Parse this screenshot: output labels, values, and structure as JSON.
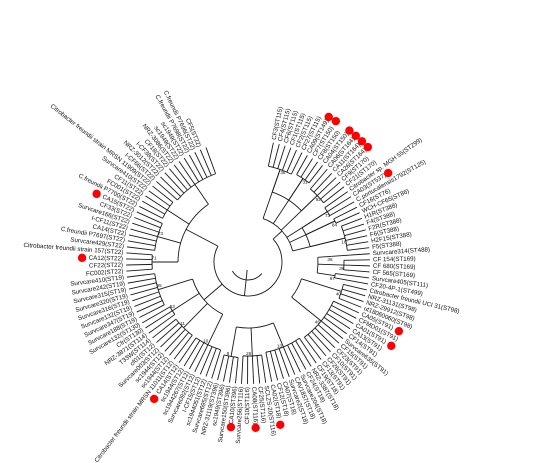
{
  "tree": {
    "type": "circular-phylogenetic-tree",
    "marker_color": "#ff0000",
    "bootstrap_values": [
      "36",
      "31",
      "92",
      "73",
      "84",
      "10",
      "36",
      "36",
      "87",
      "40",
      "46",
      "13",
      "26",
      "8",
      "10",
      "11",
      "53",
      "95",
      "71",
      "73"
    ],
    "leaves": [
      {
        "label": "CF3(ST115)",
        "marked": false
      },
      {
        "label": "CF4(ST115)",
        "marked": false
      },
      {
        "label": "CF6(ST115)",
        "marked": false
      },
      {
        "label": "CF1(ST115)",
        "marked": false
      },
      {
        "label": "CF2(ST115)",
        "marked": false
      },
      {
        "label": "CF27(ST115)",
        "marked": false
      },
      {
        "label": "CA09(ST149)",
        "marked": true
      },
      {
        "label": "CF7(ST150)",
        "marked": true
      },
      {
        "label": "CF8(ST150)",
        "marked": false
      },
      {
        "label": "CA04(ST150)",
        "marked": true
      },
      {
        "label": "CA06(ST164)",
        "marked": true
      },
      {
        "label": "CA11(ST164)",
        "marked": true
      },
      {
        "label": "CA26(ST164)",
        "marked": true
      },
      {
        "label": "CF9(ST170)",
        "marked": false
      },
      {
        "label": "CF21(ST170)",
        "marked": false
      },
      {
        "label": "Citrobacter sp. MGH 55(ST299)",
        "marked": false
      },
      {
        "label": "CA03(ST537)",
        "marked": true
      },
      {
        "label": "C.portucalensis1792(ST125)",
        "marked": false
      },
      {
        "label": "CF16(ST76)",
        "marked": false
      },
      {
        "label": "WCH-CF65(ST86)",
        "marked": false
      },
      {
        "label": "H1R(ST388)",
        "marked": false
      },
      {
        "label": "F4(ST388)",
        "marked": false
      },
      {
        "label": "F2R(ST388)",
        "marked": false
      },
      {
        "label": "F6(ST388)",
        "marked": false
      },
      {
        "label": "H2F15(ST388)",
        "marked": false
      },
      {
        "label": "F5(ST388)",
        "marked": false
      },
      {
        "label": "Survcare314(ST488)",
        "marked": false
      },
      {
        "label": "CF 154(ST169)",
        "marked": false
      },
      {
        "label": "CF 680(ST169)",
        "marked": false
      },
      {
        "label": "CF 565(ST169)",
        "marked": false
      },
      {
        "label": "Survcare405(ST111)",
        "marked": false
      },
      {
        "label": "CF20-4P-1(ST499)",
        "marked": false
      },
      {
        "label": "Citrobacter freundii UCI 31(ST98)",
        "marked": false
      },
      {
        "label": "NRZ-31131(ST98)",
        "marked": false
      },
      {
        "label": "NRZ-29912(ST98)",
        "marked": false
      },
      {
        "label": "ut18060060(ST98)",
        "marked": false
      },
      {
        "label": "CA05(ST91)",
        "marked": true
      },
      {
        "label": "CFMD01(ST91)",
        "marked": false
      },
      {
        "label": "CA01(ST91)",
        "marked": true
      },
      {
        "label": "CA13(ST91)",
        "marked": false
      },
      {
        "label": "CF14(ST91)",
        "marked": false
      },
      {
        "label": "Survcare635(ST91)",
        "marked": false
      },
      {
        "label": "CF15(ST91)",
        "marked": false
      },
      {
        "label": "CF23(ST91)",
        "marked": false
      },
      {
        "label": "CF10(ST91)",
        "marked": false
      },
      {
        "label": "CF26(ST91)",
        "marked": false
      },
      {
        "label": "CF13(ST91)",
        "marked": false
      },
      {
        "label": "CF19(ST18)",
        "marked": false
      },
      {
        "label": "NRZ-3387(ST18)",
        "marked": false
      },
      {
        "label": "CF24(ST18)",
        "marked": false
      },
      {
        "label": "Survcare204(ST18)",
        "marked": false
      },
      {
        "label": "CAV1857(ST18)",
        "marked": false
      },
      {
        "label": "Survcare2(ST18)",
        "marked": false
      },
      {
        "label": "CA07(ST18)",
        "marked": false
      },
      {
        "label": "CF12(ST18)",
        "marked": false
      },
      {
        "label": "CA02(ST18)",
        "marked": true
      },
      {
        "label": "SCLZS-20(ST116)",
        "marked": false
      },
      {
        "label": "CF25(ST116)",
        "marked": false
      },
      {
        "label": "CA08(ST116)",
        "marked": true
      },
      {
        "label": "CF10(ST116)",
        "marked": false
      },
      {
        "label": "Survcare256(ST116)",
        "marked": false
      },
      {
        "label": "CA10(ST396)",
        "marked": true
      },
      {
        "label": "Survcare150(ST396)",
        "marked": false
      },
      {
        "label": "sc1949(ST396)",
        "marked": false
      },
      {
        "label": "NRZ-31119(ST396)",
        "marked": false
      },
      {
        "label": "Survcare695(ST12)",
        "marked": false
      },
      {
        "label": "sc1944051(ST12)",
        "marked": false
      },
      {
        "label": "I-CF15(ST12)",
        "marked": false
      },
      {
        "label": "Survcare092(ST12)",
        "marked": false
      },
      {
        "label": "sc1944267(ST12)",
        "marked": false
      },
      {
        "label": "sc1944(ST12)",
        "marked": false
      },
      {
        "label": "CA14(ST12)",
        "marked": true
      },
      {
        "label": "Citrobacter freundii strain MRSN 11011(ST12)",
        "marked": false
      },
      {
        "label": "sc1944(ST12)",
        "marked": false
      },
      {
        "label": "sc1944(ST12)",
        "marked": false
      },
      {
        "label": "Survcare003(ST12)",
        "marked": false
      },
      {
        "label": "cf01(ST12)",
        "marked": false
      },
      {
        "label": "T33W(ST114)",
        "marked": false
      },
      {
        "label": "NRZ-3871(ST114)",
        "marked": false
      },
      {
        "label": "Cfr(ST130)",
        "marked": false
      },
      {
        "label": "Survcare132(ST130)",
        "marked": false
      },
      {
        "label": "Survcare188(ST19)",
        "marked": false
      },
      {
        "label": "Survcare347(ST19)",
        "marked": false
      },
      {
        "label": "Survcare132(ST19)",
        "marked": false
      },
      {
        "label": "Survcare316(ST19)",
        "marked": false
      },
      {
        "label": "Survcare320(ST19)",
        "marked": false
      },
      {
        "label": "Survcare315(ST19)",
        "marked": false
      },
      {
        "label": "Survcare242(ST19)",
        "marked": false
      },
      {
        "label": "Survcare410(ST19)",
        "marked": false
      },
      {
        "label": "FC002(ST22)",
        "marked": false
      },
      {
        "label": "CF22(ST22)",
        "marked": false
      },
      {
        "label": "CA12(ST22)",
        "marked": true
      },
      {
        "label": "Citrobacter freundii strain 157(ST22)",
        "marked": false
      },
      {
        "label": "Survcare429(ST22)",
        "marked": false
      },
      {
        "label": "C.freundii P7697(ST22)",
        "marked": false
      },
      {
        "label": "CA14(ST22)",
        "marked": false
      },
      {
        "label": "I-CF11(ST22)",
        "marked": false
      },
      {
        "label": "Survcare166(ST22)",
        "marked": false
      },
      {
        "label": "CF33(ST22)",
        "marked": false
      },
      {
        "label": "CA15(ST22)",
        "marked": true
      },
      {
        "label": "C.freundii P7700(ST22)",
        "marked": false
      },
      {
        "label": "FC001(ST22)",
        "marked": false
      },
      {
        "label": "CF11(ST22)",
        "marked": false
      },
      {
        "label": "Survcare410(ST22)",
        "marked": false
      },
      {
        "label": "Citrobacter freundii strain MRSN 11909(ST22)",
        "marked": false
      },
      {
        "label": "I-CF66(ST22)",
        "marked": false
      },
      {
        "label": "NRZ-3012(ST22)",
        "marked": false
      },
      {
        "label": "I-CF38(ST22)",
        "marked": false
      },
      {
        "label": "CF18(ST22)",
        "marked": false
      },
      {
        "label": "NRZ-3086(ST22)",
        "marked": false
      },
      {
        "label": "sc1949(ST22)",
        "marked": false
      },
      {
        "label": "sc1949(ST22)",
        "marked": false
      },
      {
        "label": "C.freundii P7698(ST22)",
        "marked": false
      },
      {
        "label": "C.freundii P7696(ST22)",
        "marked": false
      },
      {
        "label": "CF5(ST22)",
        "marked": false
      }
    ]
  }
}
